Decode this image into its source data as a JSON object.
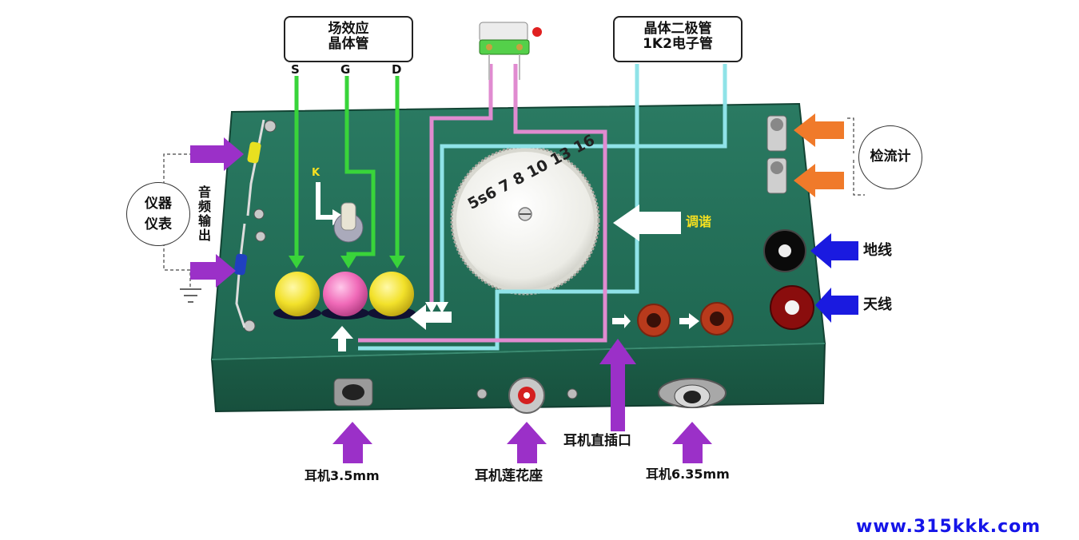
{
  "labels": {
    "fet_box": [
      "场效应",
      "晶体管"
    ],
    "diode_box": [
      "晶体二极管",
      "1K2电子管"
    ],
    "pin_s": "S",
    "pin_g": "G",
    "pin_d": "D",
    "key_k": "K",
    "instrument": [
      "仪器",
      "仪表"
    ],
    "audio_out": [
      "音",
      "频",
      "输",
      "出"
    ],
    "galvanometer": "检流计",
    "tuning": "调谐",
    "ground": "地线",
    "antenna": "天线",
    "dial_text": "5s6 7 8 10 13 16",
    "earphone_35": "耳机3.5mm",
    "earphone_rca": "耳机莲花座",
    "earphone_direct": "耳机直插口",
    "earphone_635": "耳机6.35mm",
    "website": "www.315kkk.com"
  },
  "colors": {
    "box_green": "#1f6b54",
    "arrow_purple": "#9b30c8",
    "arrow_orange": "#f07a2a",
    "arrow_blue": "#1a1ae0",
    "line_green": "#39d43a",
    "line_cyan": "#8fe3e8",
    "line_pink": "#e08bd0",
    "button_yellow": "#f2e12a",
    "button_pink": "#f06ab8",
    "jack_red": "#b83a1c",
    "jack_black": "#0a0a0a",
    "jack_darkred": "#8a0d0d",
    "website_blue": "#1515e8"
  },
  "icons": [
    "purple-arrow-icon",
    "orange-arrow-icon",
    "blue-arrow-icon",
    "white-arrow-icon",
    "ground-symbol-icon",
    "tuning-dial-icon"
  ]
}
